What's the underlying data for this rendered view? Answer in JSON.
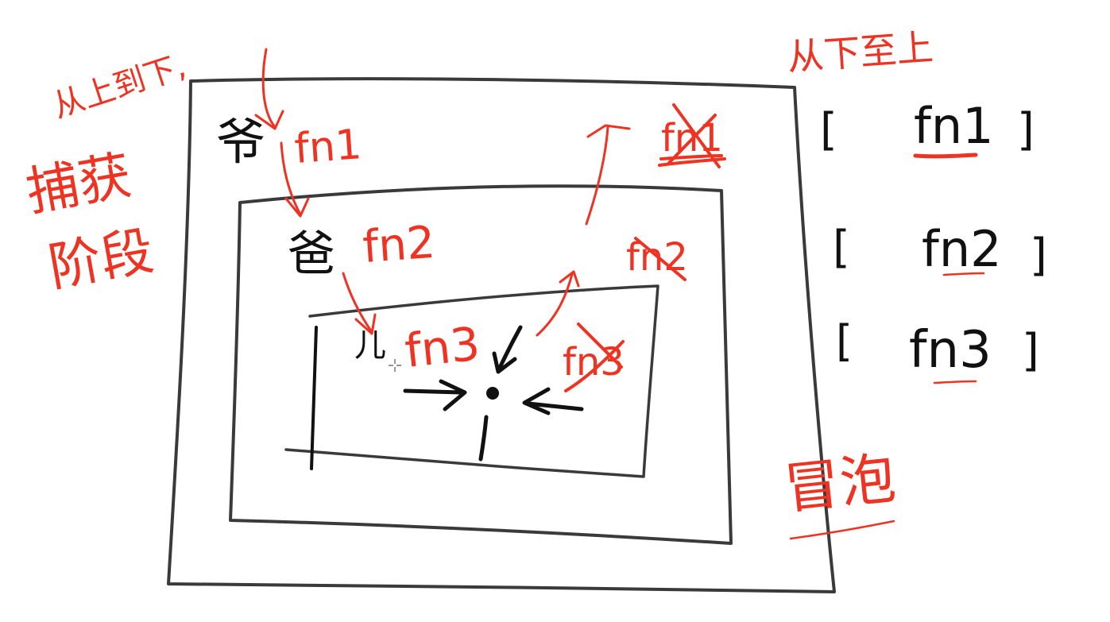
{
  "labels": {
    "top_to_bottom": "从上到下,",
    "capture_phase": [
      "捕获",
      "阶段"
    ],
    "bottom_to_top": "从下至上",
    "bubble": "冒泡",
    "grandpa": "爷",
    "dad": "爸",
    "son": "儿"
  },
  "handlers": {
    "capture": [
      "fn1",
      "fn2",
      "fn3"
    ],
    "bubble": [
      "fn1",
      "fn2",
      "fn3"
    ]
  },
  "queue": [
    {
      "open": "[",
      "fn": "fn1",
      "close": "]"
    },
    {
      "open": "[",
      "fn": "fn2",
      "close": "]"
    },
    {
      "open": "[",
      "fn": "fn3",
      "close": "]"
    }
  ],
  "colors": {
    "annotation": "#ee3322",
    "ink": "#111111",
    "box": "#3a3a3a"
  }
}
